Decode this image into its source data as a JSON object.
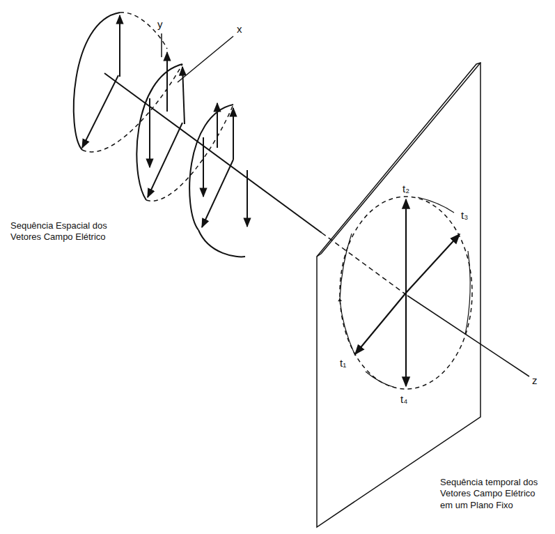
{
  "diagram": {
    "labels": [
      "y",
      "x",
      "z",
      "t₂",
      "t₃",
      "t₁",
      "t₄",
      "Sequência Espacial dos Vetores Campo Elétrico",
      "Sequência temporal dos Vetores Campo Elétrico em um Plano Fixo"
    ]
  }
}
